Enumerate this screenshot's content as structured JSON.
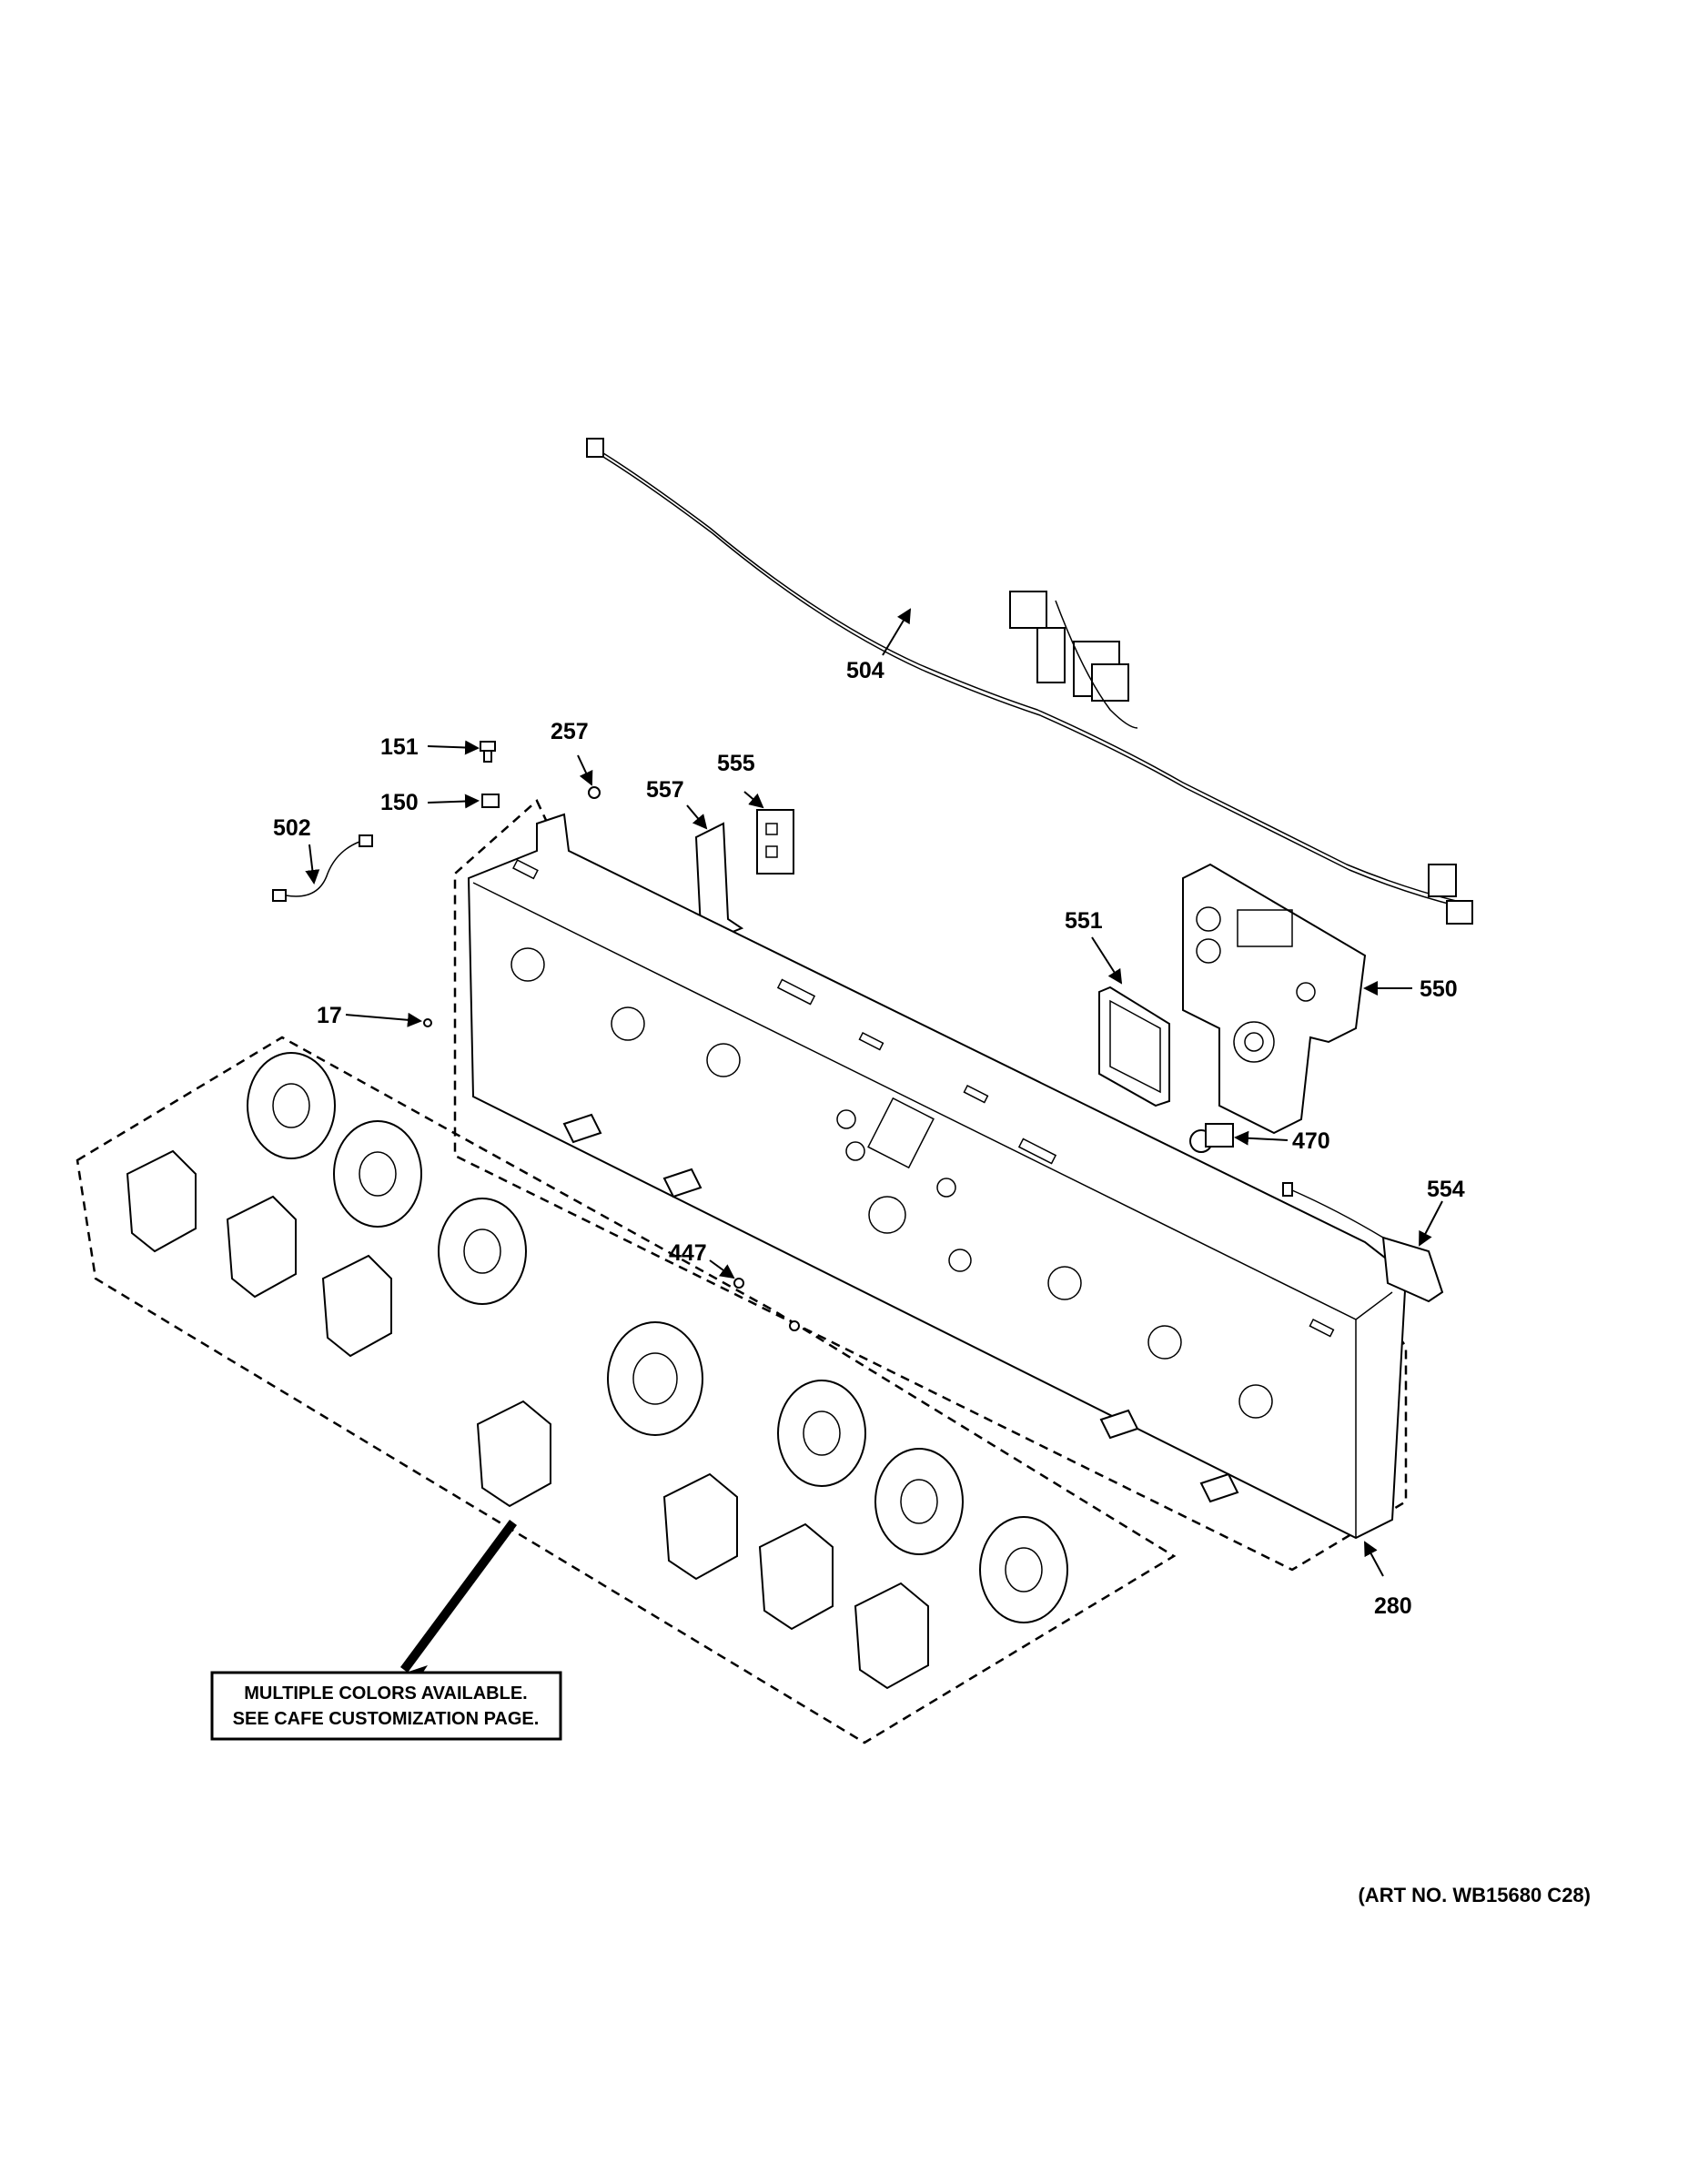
{
  "callouts": {
    "c504": "504",
    "c151": "151",
    "c257": "257",
    "c150": "150",
    "c555": "555",
    "c557": "557",
    "c502": "502",
    "c551": "551",
    "c550": "550",
    "c17": "17",
    "c470": "470",
    "c554": "554",
    "c447": "447",
    "c280": "280"
  },
  "note": {
    "line1": "MULTIPLE COLORS AVAILABLE.",
    "line2": "SEE CAFE CUSTOMIZATION PAGE."
  },
  "art_number": "(ART NO. WB15680 C28)"
}
